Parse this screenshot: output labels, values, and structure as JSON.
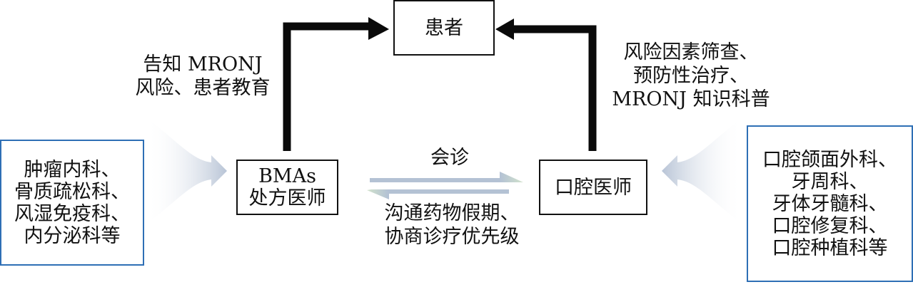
{
  "nodes": {
    "patient": {
      "label": "患者"
    },
    "prescriber": {
      "lines": [
        "BMAs",
        "处方医师"
      ]
    },
    "dentist": {
      "label": "口腔医师"
    },
    "left_departments": {
      "lines": [
        "肿瘤内科、",
        "骨质疏松科、",
        "风湿免疫科、",
        "内分泌科等"
      ]
    },
    "right_departments": {
      "lines": [
        "口腔颌面外科、",
        "牙周科、",
        "牙体牙髓科、",
        "口腔修复科、",
        "口腔种植科等"
      ]
    }
  },
  "edges": {
    "prescriber_to_patient": {
      "lines": [
        "告知 MRONJ",
        "风险、患者教育"
      ]
    },
    "dentist_to_patient": {
      "lines": [
        "风险因素筛查、",
        "预防性治疗、",
        "MRONJ 知识科普"
      ]
    },
    "consultation": {
      "label": "会诊"
    },
    "communication": {
      "lines": [
        "沟通药物假期、",
        "协商诊疗优先级"
      ]
    }
  },
  "colors": {
    "box_border": "#111111",
    "department_border": "#2e6fb5",
    "arrow_black": "#0a0a0a",
    "arrow_blue_gray": "#b4c2d4",
    "arrow_tip_green": "#c9dcc4"
  }
}
